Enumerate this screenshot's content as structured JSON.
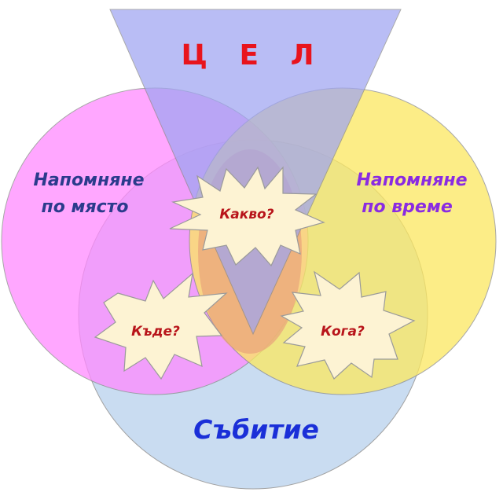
{
  "goal": {
    "label": "Ц Е Л",
    "fill": "#9fa5f2",
    "text_color": "#e8141c"
  },
  "place_reminder": {
    "line1": "Напомняне",
    "line2": "по място",
    "fill": "#ff8aff",
    "text_color": "#2b3b8c"
  },
  "time_reminder": {
    "line1": "Напомняне",
    "line2": "по време",
    "fill": "#fce85f",
    "text_color": "#8a2be2"
  },
  "event": {
    "label": "Събитие",
    "fill": "#bcd4ee",
    "text_color": "#1a2fd8"
  },
  "center_overlap": {
    "fill": "#e9a27a"
  },
  "bursts": {
    "fill": "#fdf3d3",
    "stroke": "#9a9a9a",
    "text_color": "#b8141a",
    "what": "Какво?",
    "where": "Къде?",
    "when": "Кога?"
  }
}
